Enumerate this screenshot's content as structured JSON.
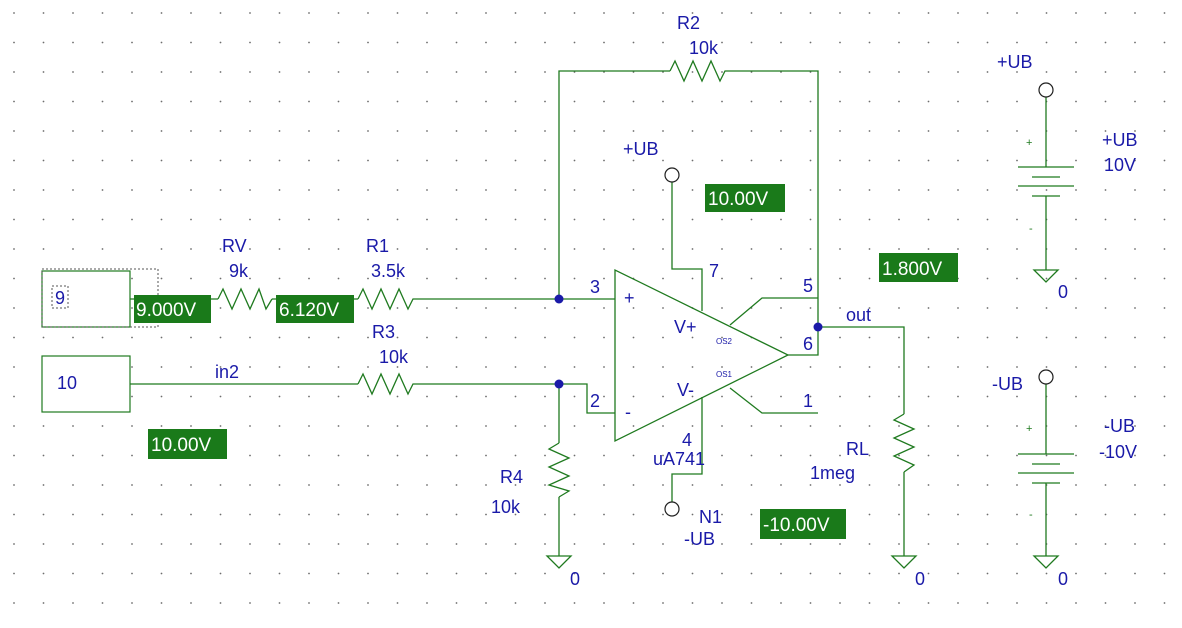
{
  "components": {
    "r2": {
      "name": "R2",
      "value": "10k"
    },
    "rv": {
      "name": "RV",
      "value": "9k"
    },
    "r1": {
      "name": "R1",
      "value": "3.5k"
    },
    "r3": {
      "name": "R3",
      "value": "10k"
    },
    "r4": {
      "name": "R4",
      "value": "10k"
    },
    "rl": {
      "name": "RL",
      "value": "1meg"
    },
    "opamp": {
      "model": "uA741",
      "ref": "N1",
      "supply_neg": "-UB",
      "pin_noninv": "3",
      "pin_inv": "2",
      "pin_vpos": "7",
      "pin_vneg": "4",
      "pin_out": "6",
      "pin_os2": "5",
      "pin_os1": "1",
      "plus_sign": "+",
      "minus_sign": "-",
      "vplus_label": "V+",
      "vminus_label": "V-",
      "os2_label": "OS2",
      "os1_label": "OS1"
    },
    "vpos_supply": {
      "name": "+UB",
      "value": "10V",
      "plus": "+",
      "minus": "-"
    },
    "vneg_supply": {
      "name": "-UB",
      "value": "-10V",
      "plus": "+",
      "minus": "-"
    },
    "input_box_1": {
      "value": "9"
    },
    "input_box_2": {
      "value": "10"
    }
  },
  "nets": {
    "in2": "in2",
    "out": "out",
    "opamp_vpos_port": "+UB",
    "vpos_port": "+UB",
    "vneg_port": "-UB",
    "ground": "0"
  },
  "voltage_markers": {
    "in1": "9.000V",
    "rv_r1": "6.120V",
    "in2": "10.00V",
    "vpos": "10.00V",
    "out": "1.800V",
    "vneg": "-10.00V"
  }
}
